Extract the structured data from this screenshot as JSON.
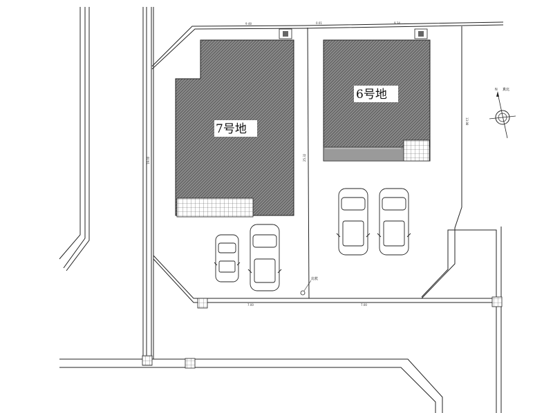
{
  "lots": [
    {
      "label": "7号地"
    },
    {
      "label": "6号地"
    }
  ],
  "compass": {
    "north": "N",
    "sub": "真北"
  },
  "stake_label": "北杭",
  "dimensions": {
    "top_left": "9.48",
    "top_mid": "0.01",
    "top_right": "9.34",
    "bottom_left": "7.00",
    "bottom_right": "7.00",
    "left_side": "19.00",
    "center_side": "25.32",
    "right_side": "13.98"
  },
  "colors": {
    "line": "#222222",
    "hatch": "#555555",
    "hatch_bg": "#7a7a7a",
    "label_bg": "#ffffff"
  }
}
